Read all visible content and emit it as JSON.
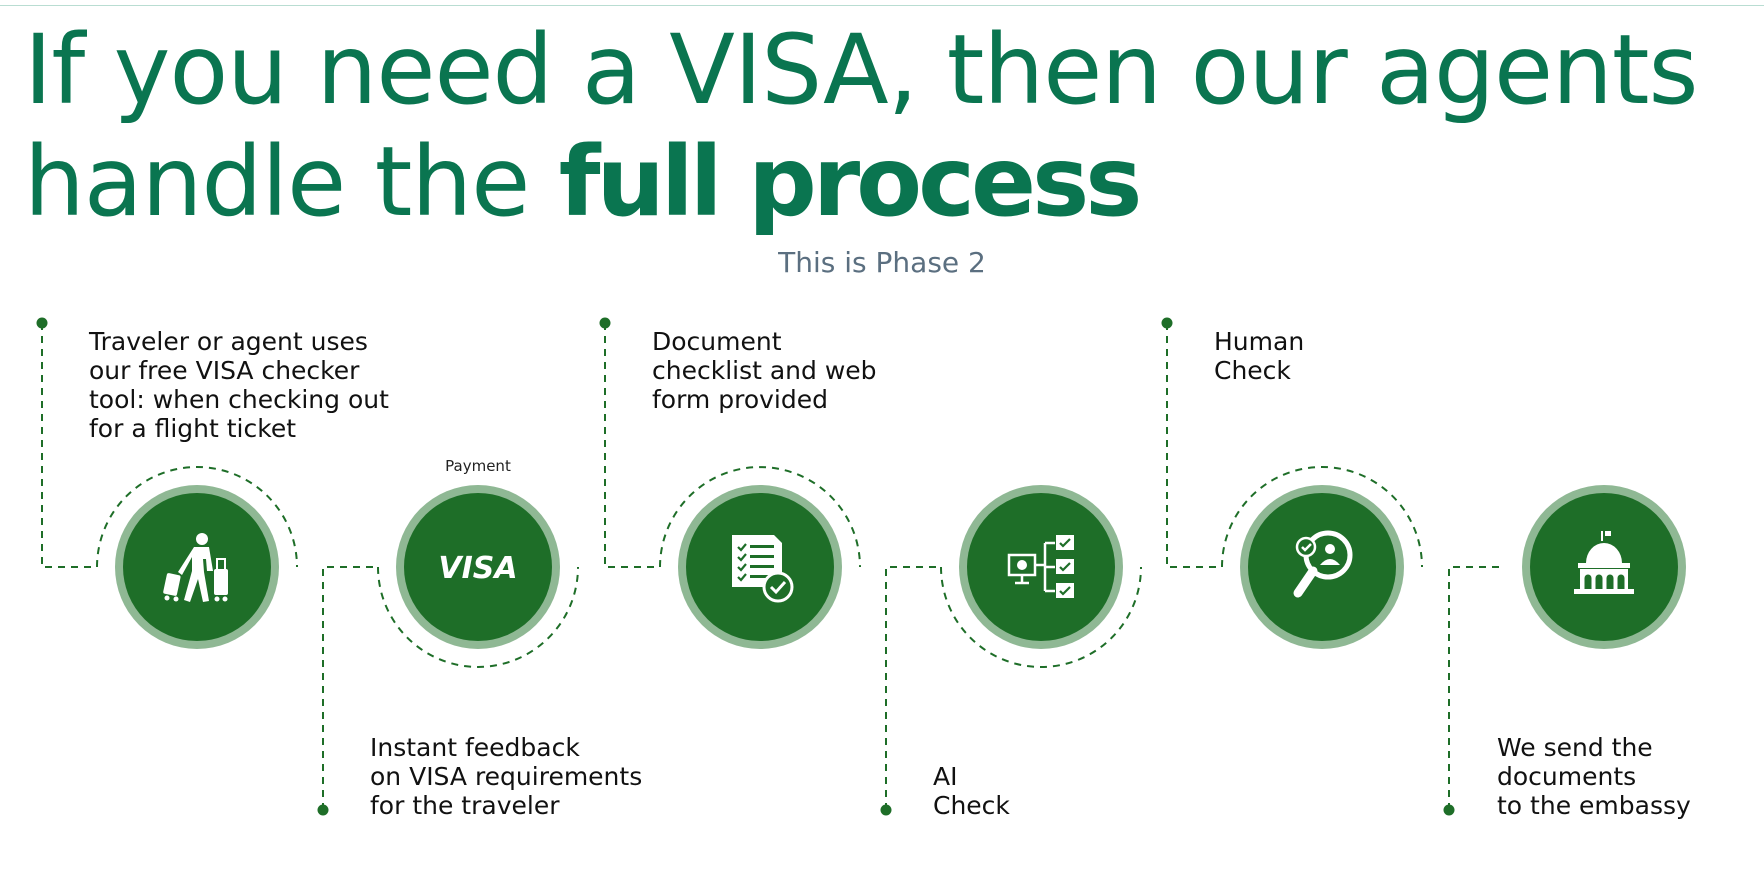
{
  "headline": {
    "line1": "If you need a VISA, then our agents",
    "line2_regular": "handle the ",
    "line2_bold": "full process"
  },
  "subtitle": "This is Phase 2",
  "steps": [
    {
      "label": "Traveler or agent uses\nour free VISA checker\ntool: when checking out\nfor a flight ticket",
      "icon": "traveler-luggage-icon"
    },
    {
      "label": "Instant feedback\non VISA requirements\nfor the traveler",
      "caption": "Payment",
      "badge": "VISA",
      "icon": "visa-card-icon"
    },
    {
      "label": "Document\nchecklist and web\nform provided",
      "icon": "document-checklist-icon"
    },
    {
      "label": "AI\nCheck",
      "icon": "ai-network-check-icon"
    },
    {
      "label": "Human\nCheck",
      "icon": "magnifier-person-icon"
    },
    {
      "label": "We send the\ndocuments\nto the embassy",
      "icon": "embassy-building-icon"
    }
  ],
  "colors": {
    "heading_green": "#0a7550",
    "circle_dark": "#1e6e28",
    "circle_ring": "#8fb894",
    "dash_green": "#1e6e28",
    "subtitle_gray": "#5b6f80"
  }
}
